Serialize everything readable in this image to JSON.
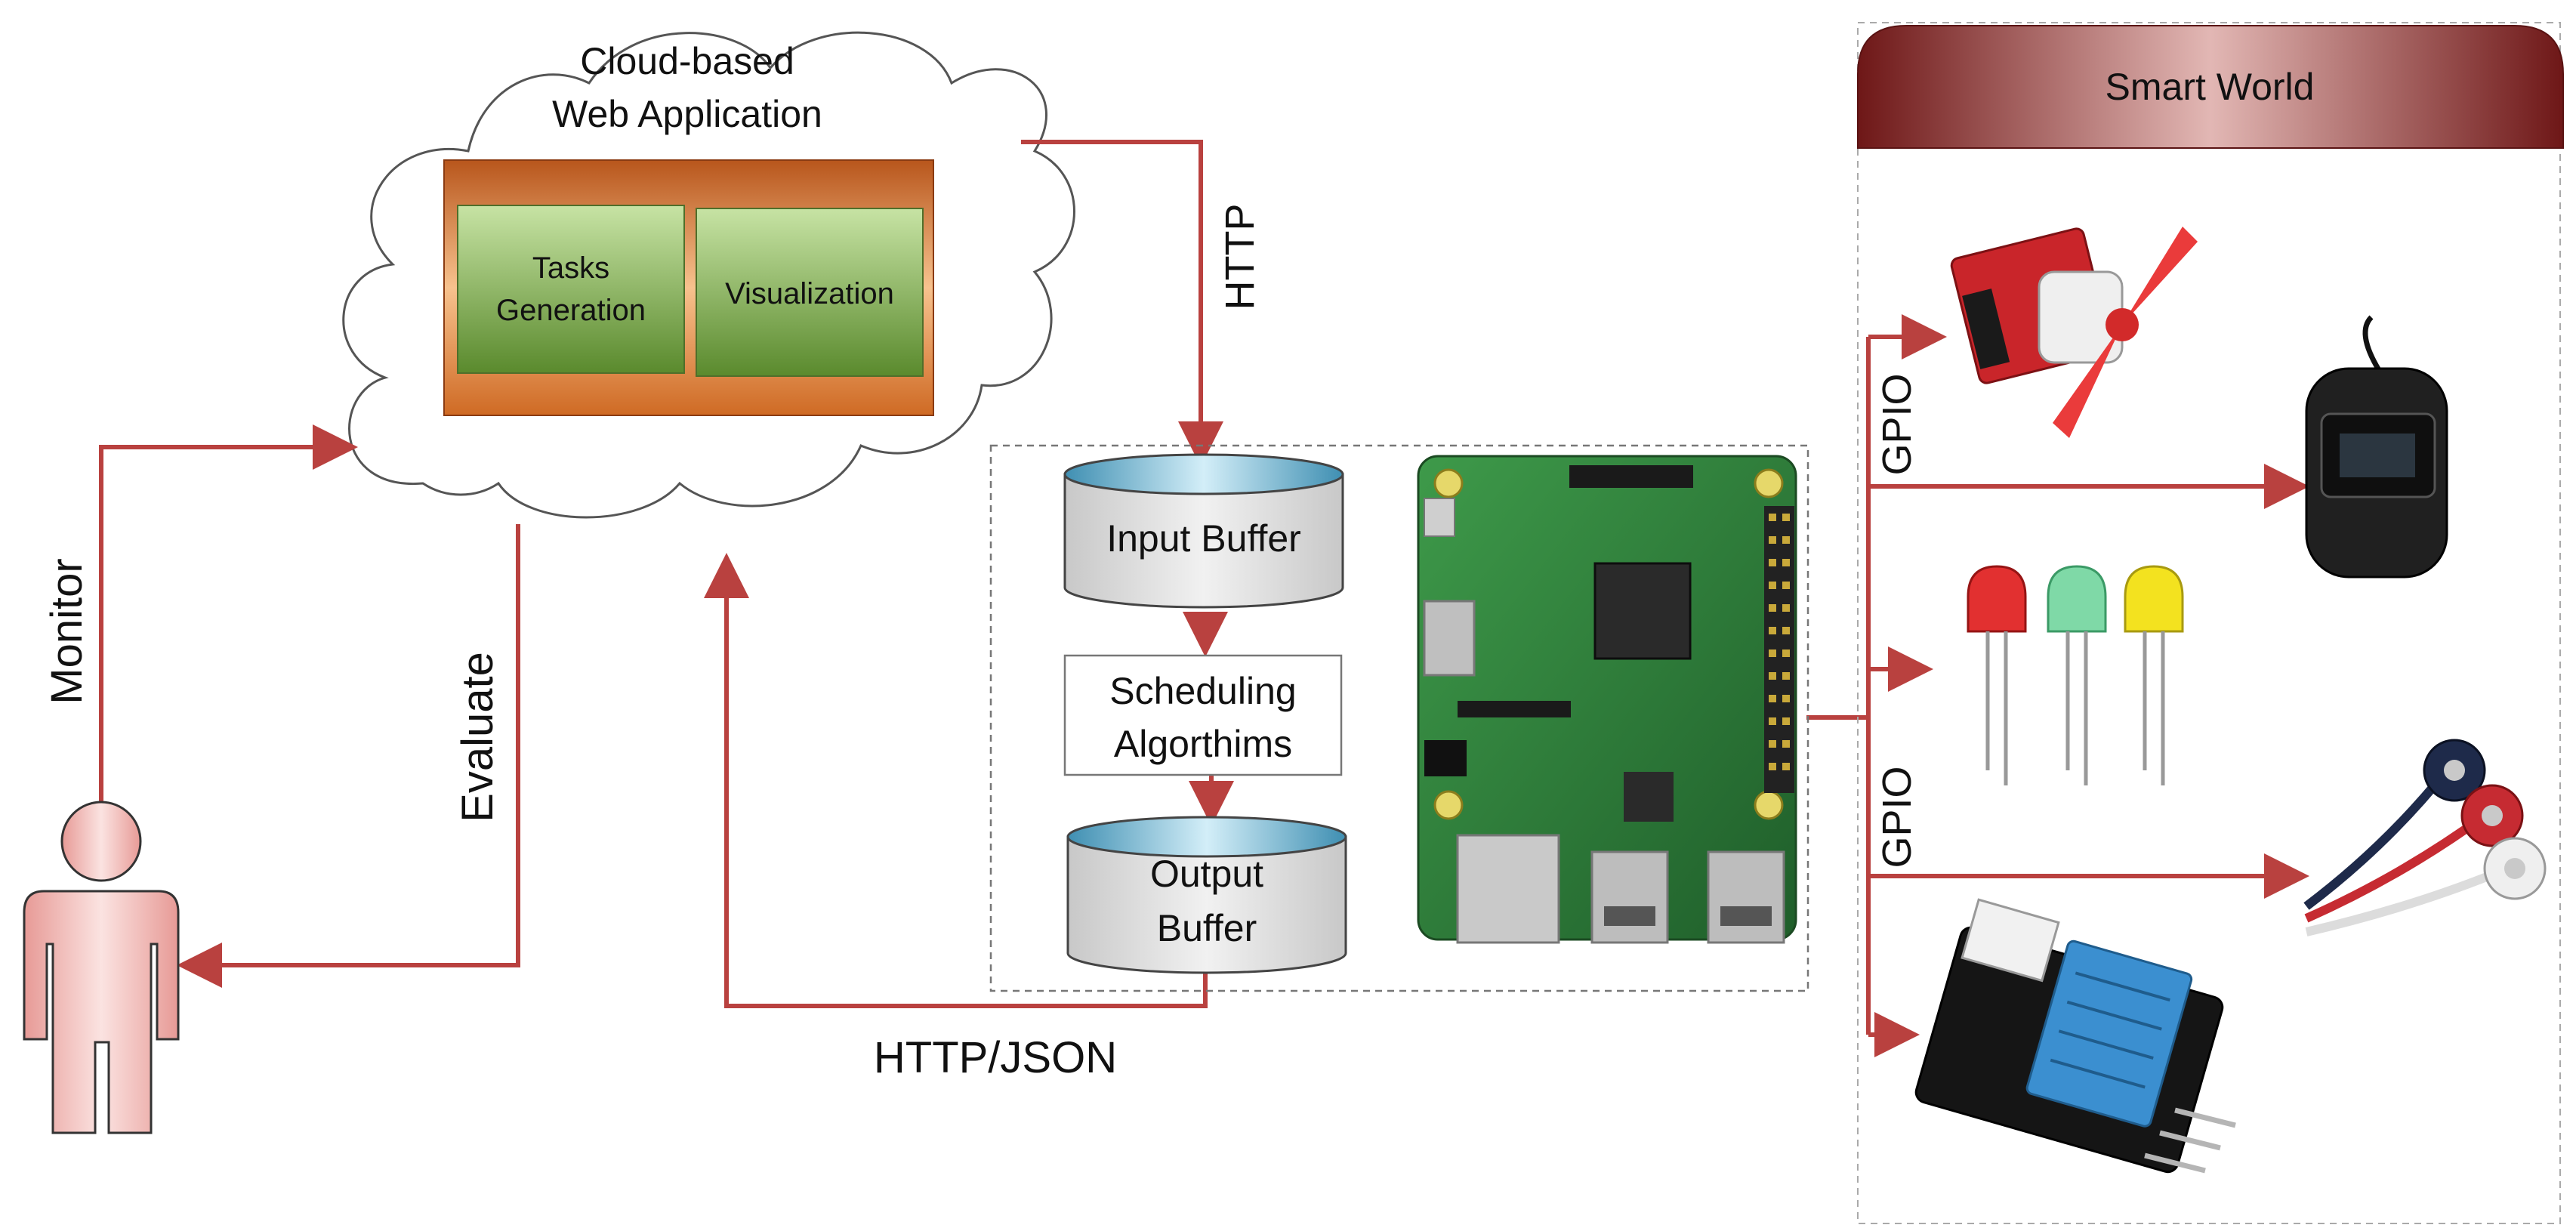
{
  "cloud": {
    "title_line1": "Cloud-based",
    "title_line2": "Web Application",
    "tasks_line1": "Tasks",
    "tasks_line2": "Generation",
    "visualization": "Visualization"
  },
  "edge": {
    "input_buffer": "Input Buffer",
    "scheduling_line1": "Scheduling",
    "scheduling_line2": "Algorthims",
    "output_line1": "Output",
    "output_line2": "Buffer"
  },
  "labels": {
    "http": "HTTP",
    "http_json": "HTTP/JSON",
    "monitor": "Monitor",
    "evaluate": "Evaluate",
    "gpio_top": "GPIO",
    "gpio_bottom": "GPIO"
  },
  "smart_world": {
    "title": "Smart World"
  },
  "colors": {
    "arrow": "#b9413f",
    "banner_dark": "#7a1f1f",
    "banner_light": "#d6a3a0",
    "orange": "#d9772e",
    "green": "#6f9a3c",
    "cylinder": "#dcdcdc",
    "cylinder_top": "#8fc7de",
    "person": "#f4c7c4",
    "board": "#2f7d3b"
  }
}
